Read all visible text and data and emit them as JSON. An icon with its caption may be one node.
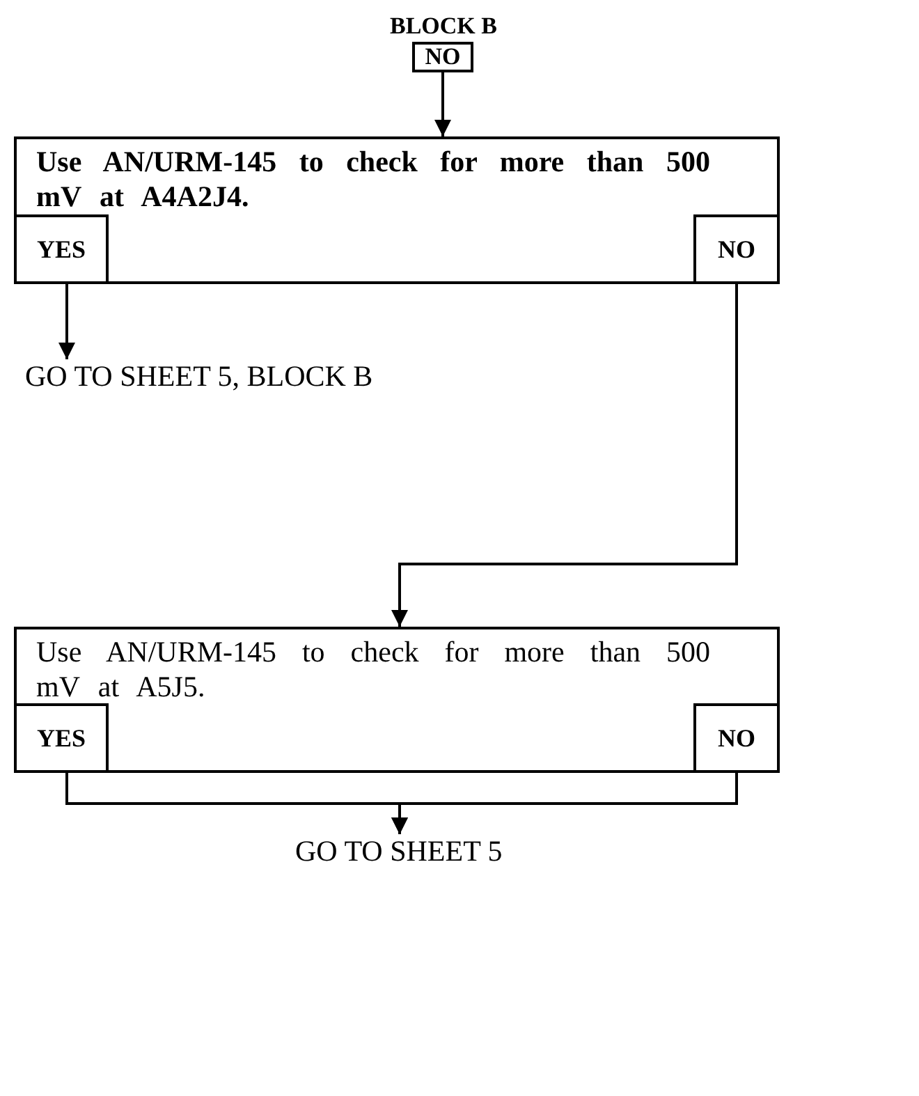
{
  "diagram": {
    "nodes": [
      {
        "text": [
          "BLOCK B",
          "NO"
        ]
      },
      {
        "text": [
          "Use AN/URM-145 to check for more than 500 mV at A4A2J4."
        ]
      },
      {
        "text": [
          "YES"
        ],
        "in": 1
      },
      {
        "text": [
          "NO"
        ],
        "in": 1
      },
      {
        "text": [
          "GO TO SHEET 5, BLOCK B"
        ]
      },
      {
        "text": [
          "Use AN/URM-145 to check for more than 500 mV at A5J5."
        ]
      },
      {
        "text": [
          "YES"
        ],
        "in": 5
      },
      {
        "text": [
          "NO"
        ],
        "in": 5
      },
      {
        "text": [
          "GO TO SHEET 5"
        ]
      }
    ],
    "edges": [
      {
        "from": 0,
        "to": 1,
        "arrow": "to"
      },
      {
        "from": 2,
        "to": 4,
        "arrow": "to"
      },
      {
        "from": 3,
        "to": 5,
        "arrow": "to"
      },
      {
        "from": 6,
        "to": 8,
        "arrow": "to"
      },
      {
        "from": 7,
        "to": 8,
        "arrow": "to"
      }
    ]
  }
}
